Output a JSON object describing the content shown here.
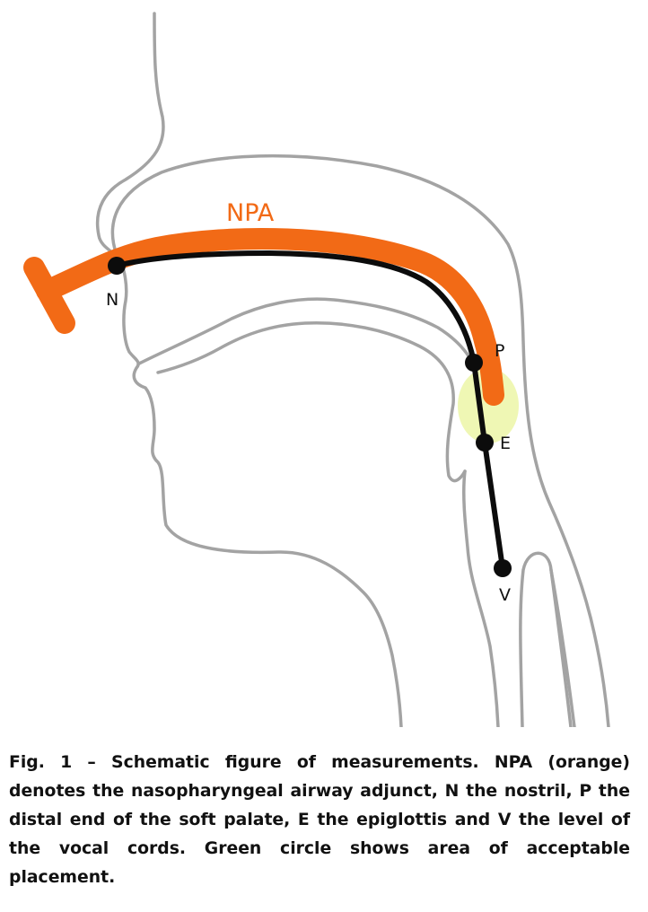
{
  "figure": {
    "npa_label": "NPA",
    "points": {
      "n": "N",
      "p": "P",
      "e": "E",
      "v": "V"
    },
    "colors": {
      "npa": "#f26a16",
      "measurement": "#0c0c0c",
      "acceptable_zone": "#eff7b4",
      "anatomy": "#a3a3a3"
    }
  },
  "caption": "Fig. 1 – Schematic figure of measurements. NPA (orange) denotes the nasopharyngeal airway adjunct, N the nostril, P the distal end of the soft palate, E the epiglottis and V the level of the vocal cords. Green circle shows area of acceptable placement."
}
